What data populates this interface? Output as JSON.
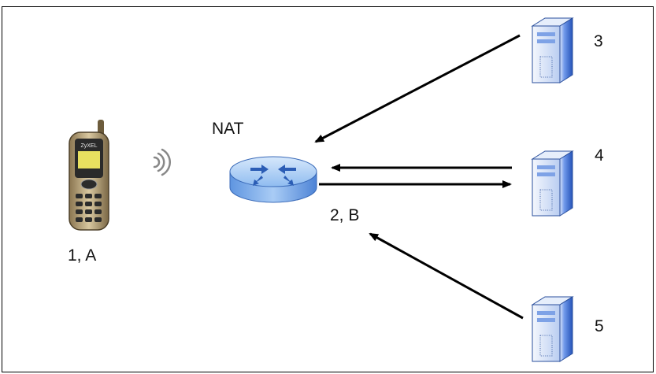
{
  "labels": {
    "phone": "1, A",
    "nat_title": "NAT",
    "router": "2, B",
    "server_top": "3",
    "server_mid": "4",
    "server_bottom": "5"
  },
  "phone_brand": "ZyXEL",
  "icons": {
    "phone": "mobile-phone-icon",
    "wireless": "wireless-signal-icon",
    "router": "router-icon",
    "server": "server-tower-icon"
  },
  "colors": {
    "server_body": "#3b6fd6",
    "router_body": "#7fb2f0",
    "arrow": "#000000",
    "phone_body": "#c9b48a"
  }
}
